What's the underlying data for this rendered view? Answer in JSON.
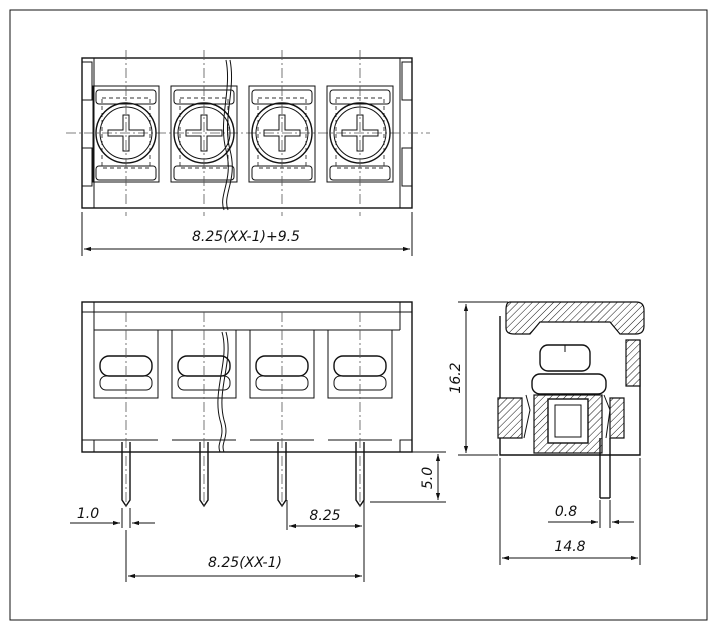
{
  "drawing": {
    "top_view": {
      "positions": 4,
      "overall_width_label": "8.25(XX-1)+9.5"
    },
    "front_view": {
      "pin_diameter_label": "1.0",
      "pitch_label": "8.25",
      "span_label": "8.25(XX-1)",
      "pin_length_label": "5.0"
    },
    "side_view": {
      "height_label": "16.2",
      "pin_thickness_label": "0.8",
      "depth_label": "14.8"
    }
  }
}
